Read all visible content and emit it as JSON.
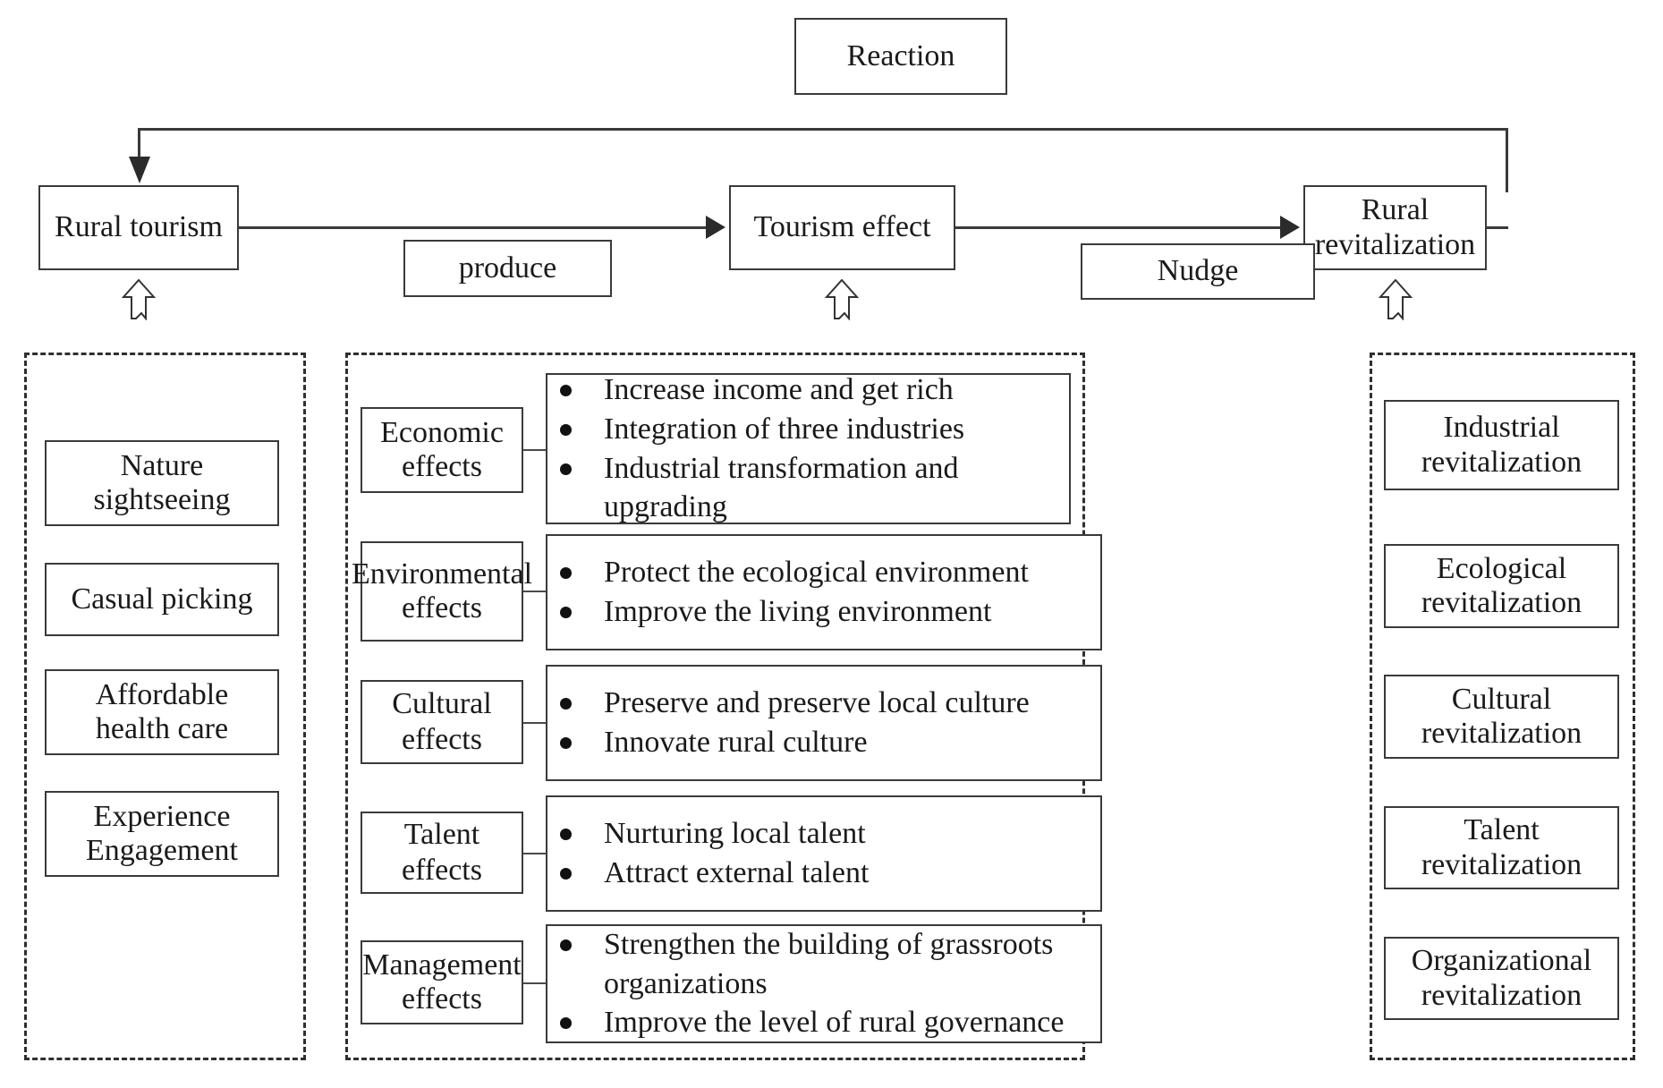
{
  "diagram": {
    "top_node": {
      "label": "Reaction"
    },
    "flow": {
      "source": "Rural tourism",
      "middle": "Tourism effect",
      "target": "Rural revitalization",
      "edge_label_1": "produce",
      "edge_label_2": "Nudge"
    },
    "left_group": {
      "items": [
        {
          "label": "Nature\nsightseeing"
        },
        {
          "label": "Casual picking"
        },
        {
          "label": "Affordable\nhealth care"
        },
        {
          "label": "Experience\nEngagement"
        }
      ]
    },
    "middle_group": {
      "rows": [
        {
          "category": "Economic\neffects",
          "bullets": [
            "Increase income and get rich",
            "Integration of three industries",
            "Industrial transformation and upgrading"
          ]
        },
        {
          "category": "Environmental\neffects",
          "bullets": [
            "Protect the ecological environment",
            "Improve the living environment"
          ]
        },
        {
          "category": "Cultural effects",
          "bullets": [
            "Preserve and preserve local culture",
            "Innovate rural culture"
          ]
        },
        {
          "category": "Talent effects",
          "bullets": [
            "Nurturing local talent",
            "Attract external talent"
          ]
        },
        {
          "category": "Management\neffects",
          "bullets": [
            "Strengthen the building of grassroots organizations",
            "Improve the level of rural governance"
          ]
        }
      ]
    },
    "right_group": {
      "items": [
        {
          "label": "Industrial\nrevitalization"
        },
        {
          "label": "Ecological\nrevitalization"
        },
        {
          "label": "Cultural\nrevitalization"
        },
        {
          "label": "Talent\nrevitalization"
        },
        {
          "label": "Organizational\nrevitalization"
        }
      ]
    },
    "colors": {
      "line": "#3a3a3a",
      "dashed": "#2f2f2f",
      "text": "#1a1a1a",
      "background": "#ffffff"
    }
  }
}
